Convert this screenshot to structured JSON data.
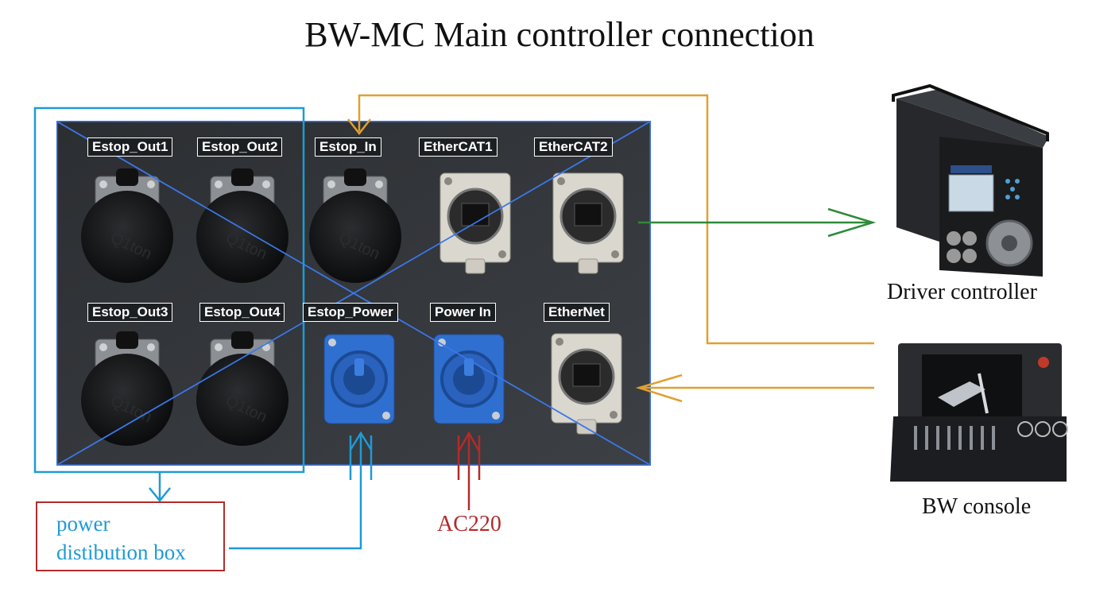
{
  "diagram": {
    "title": "BW-MC  Main controller connection",
    "panel": {
      "ports": [
        {
          "id": "estop-out1",
          "label": "Estop_Out1",
          "type": "estop"
        },
        {
          "id": "estop-out2",
          "label": "Estop_Out2",
          "type": "estop"
        },
        {
          "id": "estop-in",
          "label": "Estop_In",
          "type": "estop"
        },
        {
          "id": "ethercat1",
          "label": "EtherCAT1",
          "type": "rj45"
        },
        {
          "id": "ethercat2",
          "label": "EtherCAT2",
          "type": "rj45"
        },
        {
          "id": "estop-out3",
          "label": "Estop_Out3",
          "type": "estop"
        },
        {
          "id": "estop-out4",
          "label": "Estop_Out4",
          "type": "estop"
        },
        {
          "id": "estop-power",
          "label": "Estop_Power",
          "type": "powercon"
        },
        {
          "id": "power-in",
          "label": "Power In",
          "type": "powercon"
        },
        {
          "id": "ethernet",
          "label": "EtherNet",
          "type": "rj45"
        }
      ]
    },
    "devices": {
      "driver_controller": {
        "label": "Driver controller"
      },
      "console": {
        "label": "BW console"
      },
      "power_box": {
        "line1": "power",
        "line2": "distibution box"
      },
      "ac": {
        "label": "AC220"
      }
    },
    "connections": [
      {
        "from": "console",
        "to": "estop-in",
        "color": "#e0a030"
      },
      {
        "from": "ethercat2",
        "to": "driver_controller",
        "color": "#2e8b3a"
      },
      {
        "from": "console",
        "to": "ethernet",
        "color": "#e0a030"
      },
      {
        "from": "estop-outputs",
        "to": "power_box",
        "color": "#1f9ad6"
      },
      {
        "from": "power_box",
        "to": "estop-power",
        "color": "#1f9ad6"
      },
      {
        "from": "ac",
        "to": "power-in",
        "color": "#b22b2b"
      }
    ],
    "colors": {
      "panel": "#35383c",
      "panel_border": "#3a6fd8",
      "estop_group": "#1f9ad6",
      "orange": "#e0a030",
      "green": "#2e8b3a",
      "blue": "#1f9ad6",
      "red": "#b22b2b",
      "powercon": "#2f6fd0"
    }
  }
}
